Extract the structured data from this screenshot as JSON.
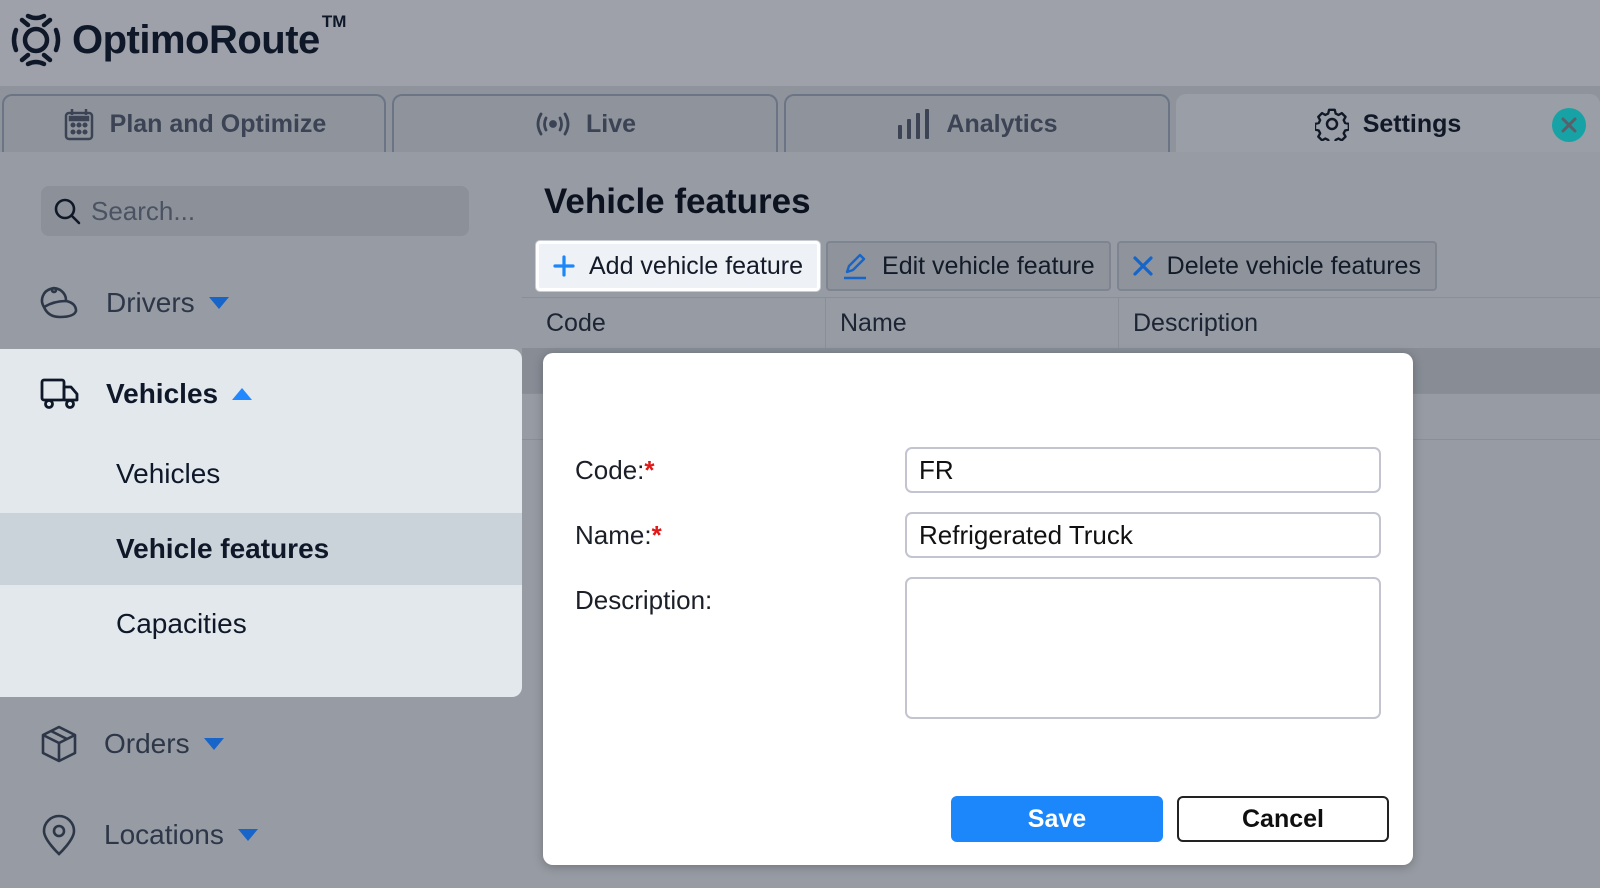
{
  "app": {
    "name": "OptimoRoute",
    "trademark": "TM"
  },
  "tabs": [
    {
      "label": "Plan and Optimize",
      "icon": "calendar-icon",
      "active": false
    },
    {
      "label": "Live",
      "icon": "broadcast-icon",
      "active": false
    },
    {
      "label": "Analytics",
      "icon": "bar-chart-icon",
      "active": false
    },
    {
      "label": "Settings",
      "icon": "gear-icon",
      "active": true
    }
  ],
  "close_tab_icon": "close-icon",
  "sidebar": {
    "search_placeholder": "Search...",
    "sections": [
      {
        "label": "Drivers",
        "icon": "driver-cap-icon",
        "expanded": false
      },
      {
        "label": "Vehicles",
        "icon": "truck-icon",
        "expanded": true,
        "items": [
          {
            "label": "Vehicles",
            "selected": false
          },
          {
            "label": "Vehicle features",
            "selected": true
          },
          {
            "label": "Capacities",
            "selected": false
          }
        ]
      },
      {
        "label": "Orders",
        "icon": "box-icon",
        "expanded": false
      },
      {
        "label": "Locations",
        "icon": "map-pin-icon",
        "expanded": false
      }
    ]
  },
  "main": {
    "title": "Vehicle features",
    "toolbar": {
      "add": "Add vehicle feature",
      "edit": "Edit vehicle feature",
      "delete": "Delete vehicle features"
    },
    "table": {
      "columns": [
        "Code",
        "Name",
        "Description"
      ]
    }
  },
  "modal": {
    "fields": {
      "code": {
        "label": "Code:",
        "required_mark": "*",
        "value": "FR"
      },
      "name": {
        "label": "Name:",
        "required_mark": "*",
        "value": "Refrigerated Truck"
      },
      "description": {
        "label": "Description:",
        "value": ""
      }
    },
    "save": "Save",
    "cancel": "Cancel"
  },
  "colors": {
    "accent": "#1b87fa",
    "required": "#e01818",
    "close_button": "#17a3a5",
    "caret": "#1765c9"
  }
}
